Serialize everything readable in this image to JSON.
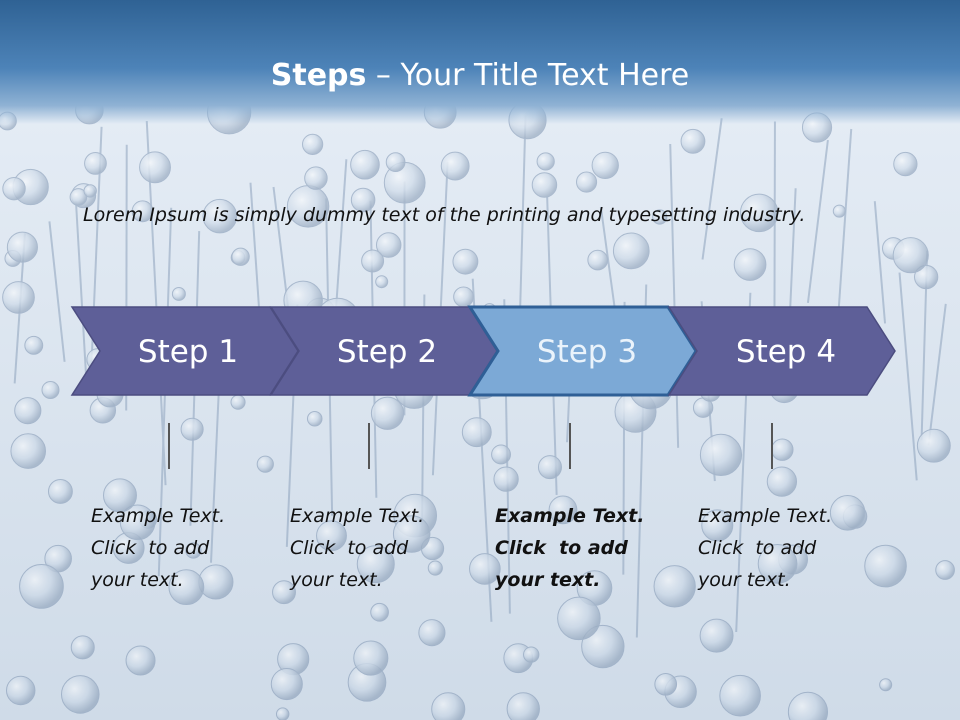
{
  "slide": {
    "title_strong": "Steps",
    "title_rest": " – Your Title Text Here",
    "intro": "Lorem Ipsum is simply dummy text of the printing and typesetting industry."
  },
  "steps": [
    {
      "label": "Step 1",
      "active": false,
      "caption": [
        "Example Text.",
        "Click  to add",
        "your text."
      ]
    },
    {
      "label": "Step 2",
      "active": false,
      "caption": [
        "Example Text.",
        "Click  to add",
        "your text."
      ]
    },
    {
      "label": "Step 3",
      "active": true,
      "caption": [
        "Example Text.",
        "Click  to add",
        "your text."
      ]
    },
    {
      "label": "Step 4",
      "active": false,
      "caption": [
        "Example Text.",
        "Click  to add",
        "your text."
      ]
    }
  ],
  "colors": {
    "title_bar": "#3a6fa3",
    "step_fill": "#5e5f98",
    "step_active_fill": "#7ca9d6",
    "step_active_border": "#2f5f96",
    "connector": "#555555",
    "text": "#111111"
  },
  "background": {
    "description_icon": "dna-helix-background"
  }
}
